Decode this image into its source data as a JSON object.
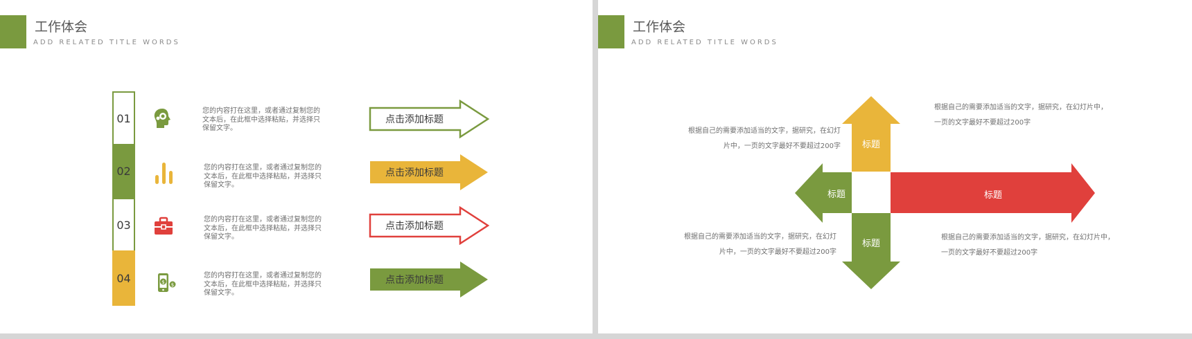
{
  "colors": {
    "green": "#7a9a3f",
    "yellow": "#e9b53a",
    "red": "#e0403c",
    "text": "#595959"
  },
  "left_slide": {
    "title": "工作体会",
    "subtitle": "ADD RELATED TITLE WORDS",
    "items": [
      {
        "number": "01",
        "icon": "head-gear-icon",
        "desc": "您的内容打在这里，或者通过复制您的文本后，在此框中选择粘贴，并选择只保留文字。",
        "button_label": "点击添加标题",
        "style": "outline",
        "color": "#7a9a3f"
      },
      {
        "number": "02",
        "icon": "bar-chart-icon",
        "desc": "您的内容打在这里，或者通过复制您的文本后，在此框中选择粘贴，并选择只保留文字。",
        "button_label": "点击添加标题",
        "style": "filled",
        "color": "#e9b53a"
      },
      {
        "number": "03",
        "icon": "briefcase-icon",
        "desc": "您的内容打在这里，或者通过复制您的文本后，在此框中选择粘贴，并选择只保留文字。",
        "button_label": "点击添加标题",
        "style": "outline",
        "color": "#e0403c"
      },
      {
        "number": "04",
        "icon": "phone-money-icon",
        "desc": "您的内容打在这里，或者通过复制您的文本后，在此框中选择粘贴，并选择只保留文字。",
        "button_label": "点击添加标题",
        "style": "filled",
        "color": "#7a9a3f"
      }
    ]
  },
  "right_slide": {
    "title": "工作体会",
    "subtitle": "ADD RELATED TITLE WORDS",
    "arrows": {
      "up": "标题",
      "left": "标题",
      "right": "标题",
      "down": "标题"
    },
    "notes": {
      "top_left_1": "根据自己的需要添加适当的文字，据研究，在幻灯",
      "top_left_2": "片中，一页的文字最好不要超过200字",
      "top_right_1": "根据自己的需要添加适当的文字，据研究，在幻灯片中，",
      "top_right_2": "一页的文字最好不要超过200字",
      "bottom_left_1": "根据自己的需要添加适当的文字，据研究，在幻灯",
      "bottom_left_2": "片中，一页的文字最好不要超过200字",
      "bottom_right_1": "根据自己的需要添加适当的文字，据研究，在幻灯片中，",
      "bottom_right_2": "一页的文字最好不要超过200字"
    }
  }
}
